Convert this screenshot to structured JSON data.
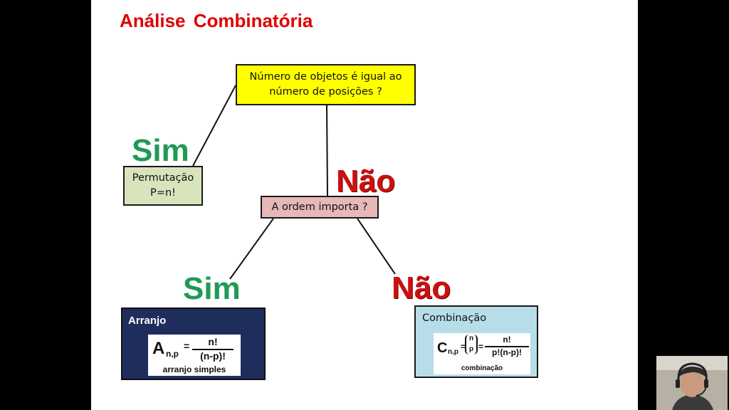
{
  "slide": {
    "title": "Análise Combinatória",
    "question_1": "Número de objetos é igual ao número de posições ?",
    "question_2": "A ordem importa ?",
    "labels": {
      "sim_1": "Sim",
      "nao_1": "Não",
      "sim_2": "Sim",
      "nao_2": "Não"
    },
    "permutacao": {
      "title": "Permutação",
      "formula": "P=n!"
    },
    "arranjo": {
      "title": "Arranjo",
      "symbol": "A",
      "subscript": "n,p",
      "equals": "=",
      "numerator": "n!",
      "denominator": "(n-p)!",
      "caption": "arranjo simples"
    },
    "combinacao": {
      "title": "Combinação",
      "symbol": "C",
      "subscript": "n,p",
      "equals_1": "=",
      "binom_top": "n",
      "binom_bottom": "p",
      "equals_2": "=",
      "numerator": "n!",
      "denominator": "p!(n-p)!",
      "caption": "combinação"
    }
  },
  "colors": {
    "title": "#e00000",
    "sim": "#1f9a55",
    "nao": "#cc1010",
    "question_1_fill": "#ffff00",
    "question_2_fill": "#e6b8b7",
    "permutacao_fill": "#d8e4bc",
    "arranjo_fill": "#1f2d5c",
    "combinacao_fill": "#b7dde8"
  },
  "icons": {
    "webcam": "person-with-headset"
  }
}
